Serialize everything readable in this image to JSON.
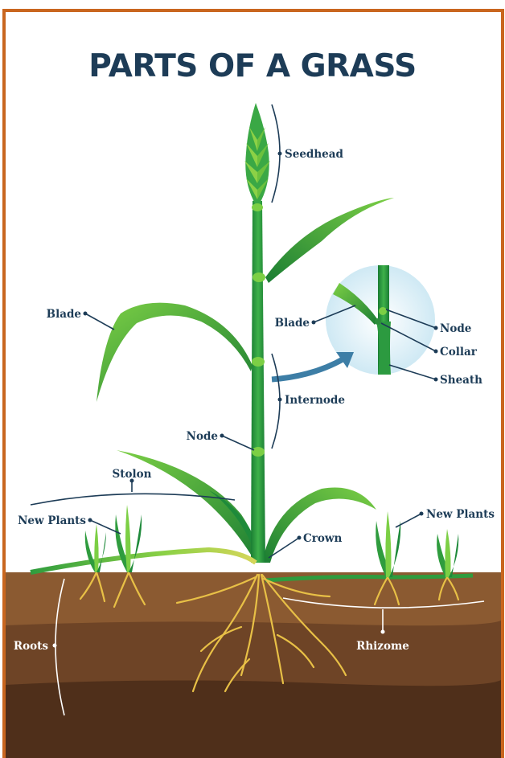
{
  "title": "PARTS OF A GRASS",
  "labels": {
    "seedhead": "Seedhead",
    "blade_main": "Blade",
    "internode": "Internode",
    "node_main": "Node",
    "stolon": "Stolon",
    "new_plants_left": "New Plants",
    "new_plants_right": "New Plants",
    "crown": "Crown",
    "roots": "Roots",
    "rhizome": "Rhizome",
    "inset_blade": "Blade",
    "inset_node": "Node",
    "inset_collar": "Collar",
    "inset_sheath": "Sheath"
  },
  "colors": {
    "frame": "#c9661f",
    "title": "#1d3c57",
    "soil_top": "#8b5a31",
    "soil_mid": "#6e4426",
    "soil_deep": "#4f2f1a",
    "grass_dark": "#1e8a3a",
    "grass_light": "#8cd146",
    "roots": "#e8c046",
    "inset_circle": "#dbeef6",
    "arrow": "#3d7ea6"
  }
}
